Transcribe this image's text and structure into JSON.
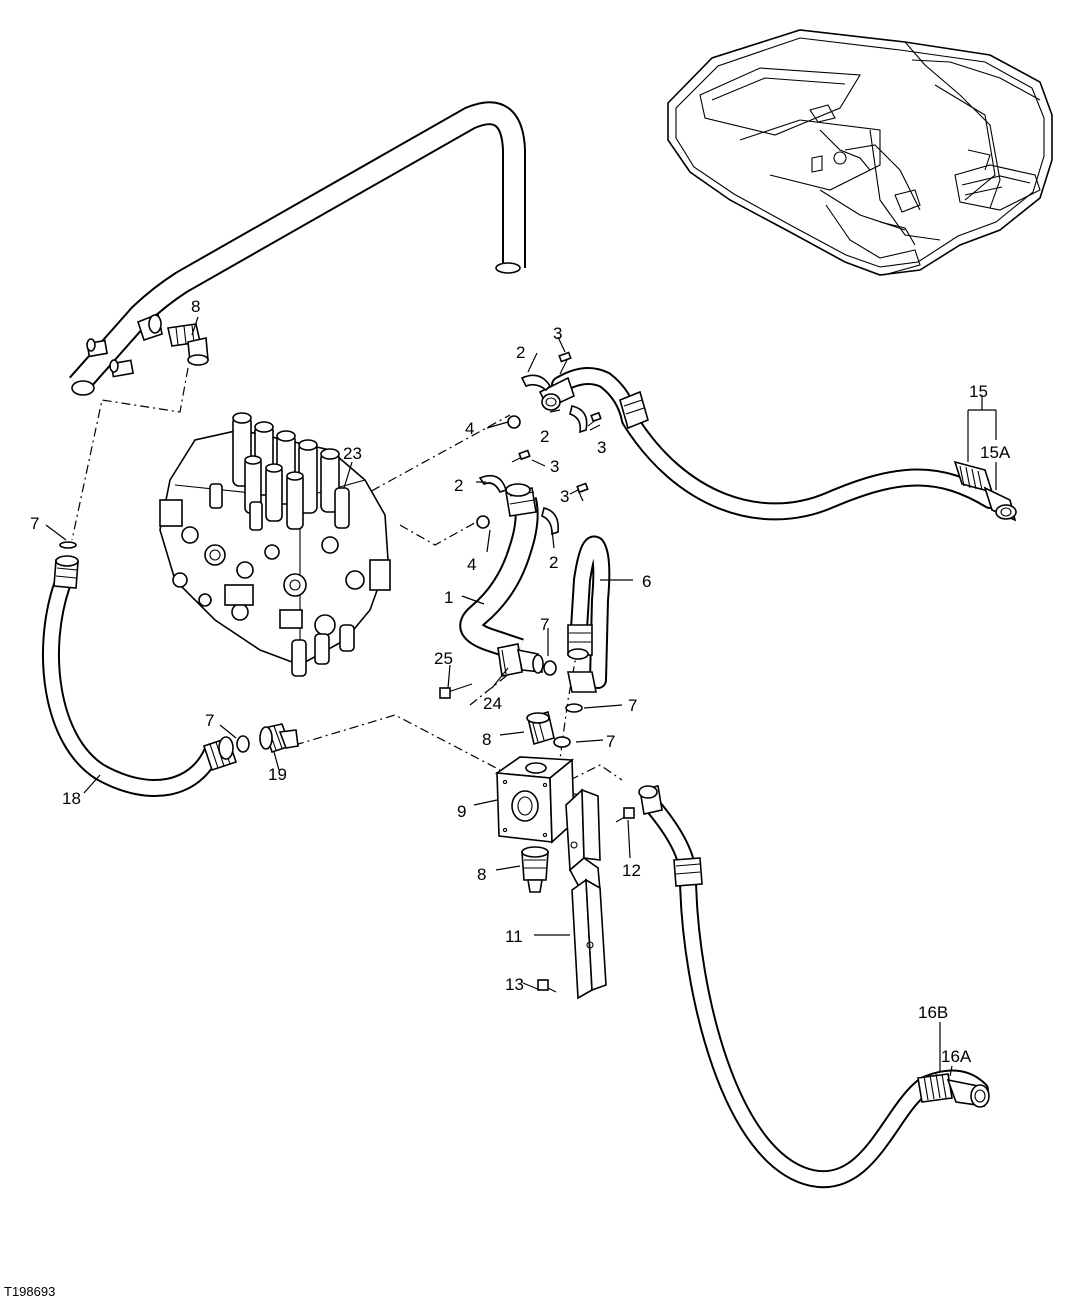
{
  "figure_id": "T198693",
  "callouts": {
    "c1": "1",
    "c2a": "2",
    "c2b": "2",
    "c2c": "2",
    "c2d": "2",
    "c3a": "3",
    "c3b": "3",
    "c3c": "3",
    "c3d": "3",
    "c4a": "4",
    "c4b": "4",
    "c6": "6",
    "c7a": "7",
    "c7b": "7",
    "c7c": "7",
    "c7d": "7",
    "c7e": "7",
    "c8a": "8",
    "c8b": "8",
    "c8c": "8",
    "c9": "9",
    "c11": "11",
    "c12": "12",
    "c13": "13",
    "c15": "15",
    "c15a": "15A",
    "c16a": "16A",
    "c16b": "16B",
    "c18": "18",
    "c19": "19",
    "c23": "23",
    "c24": "24",
    "c25": "25"
  }
}
